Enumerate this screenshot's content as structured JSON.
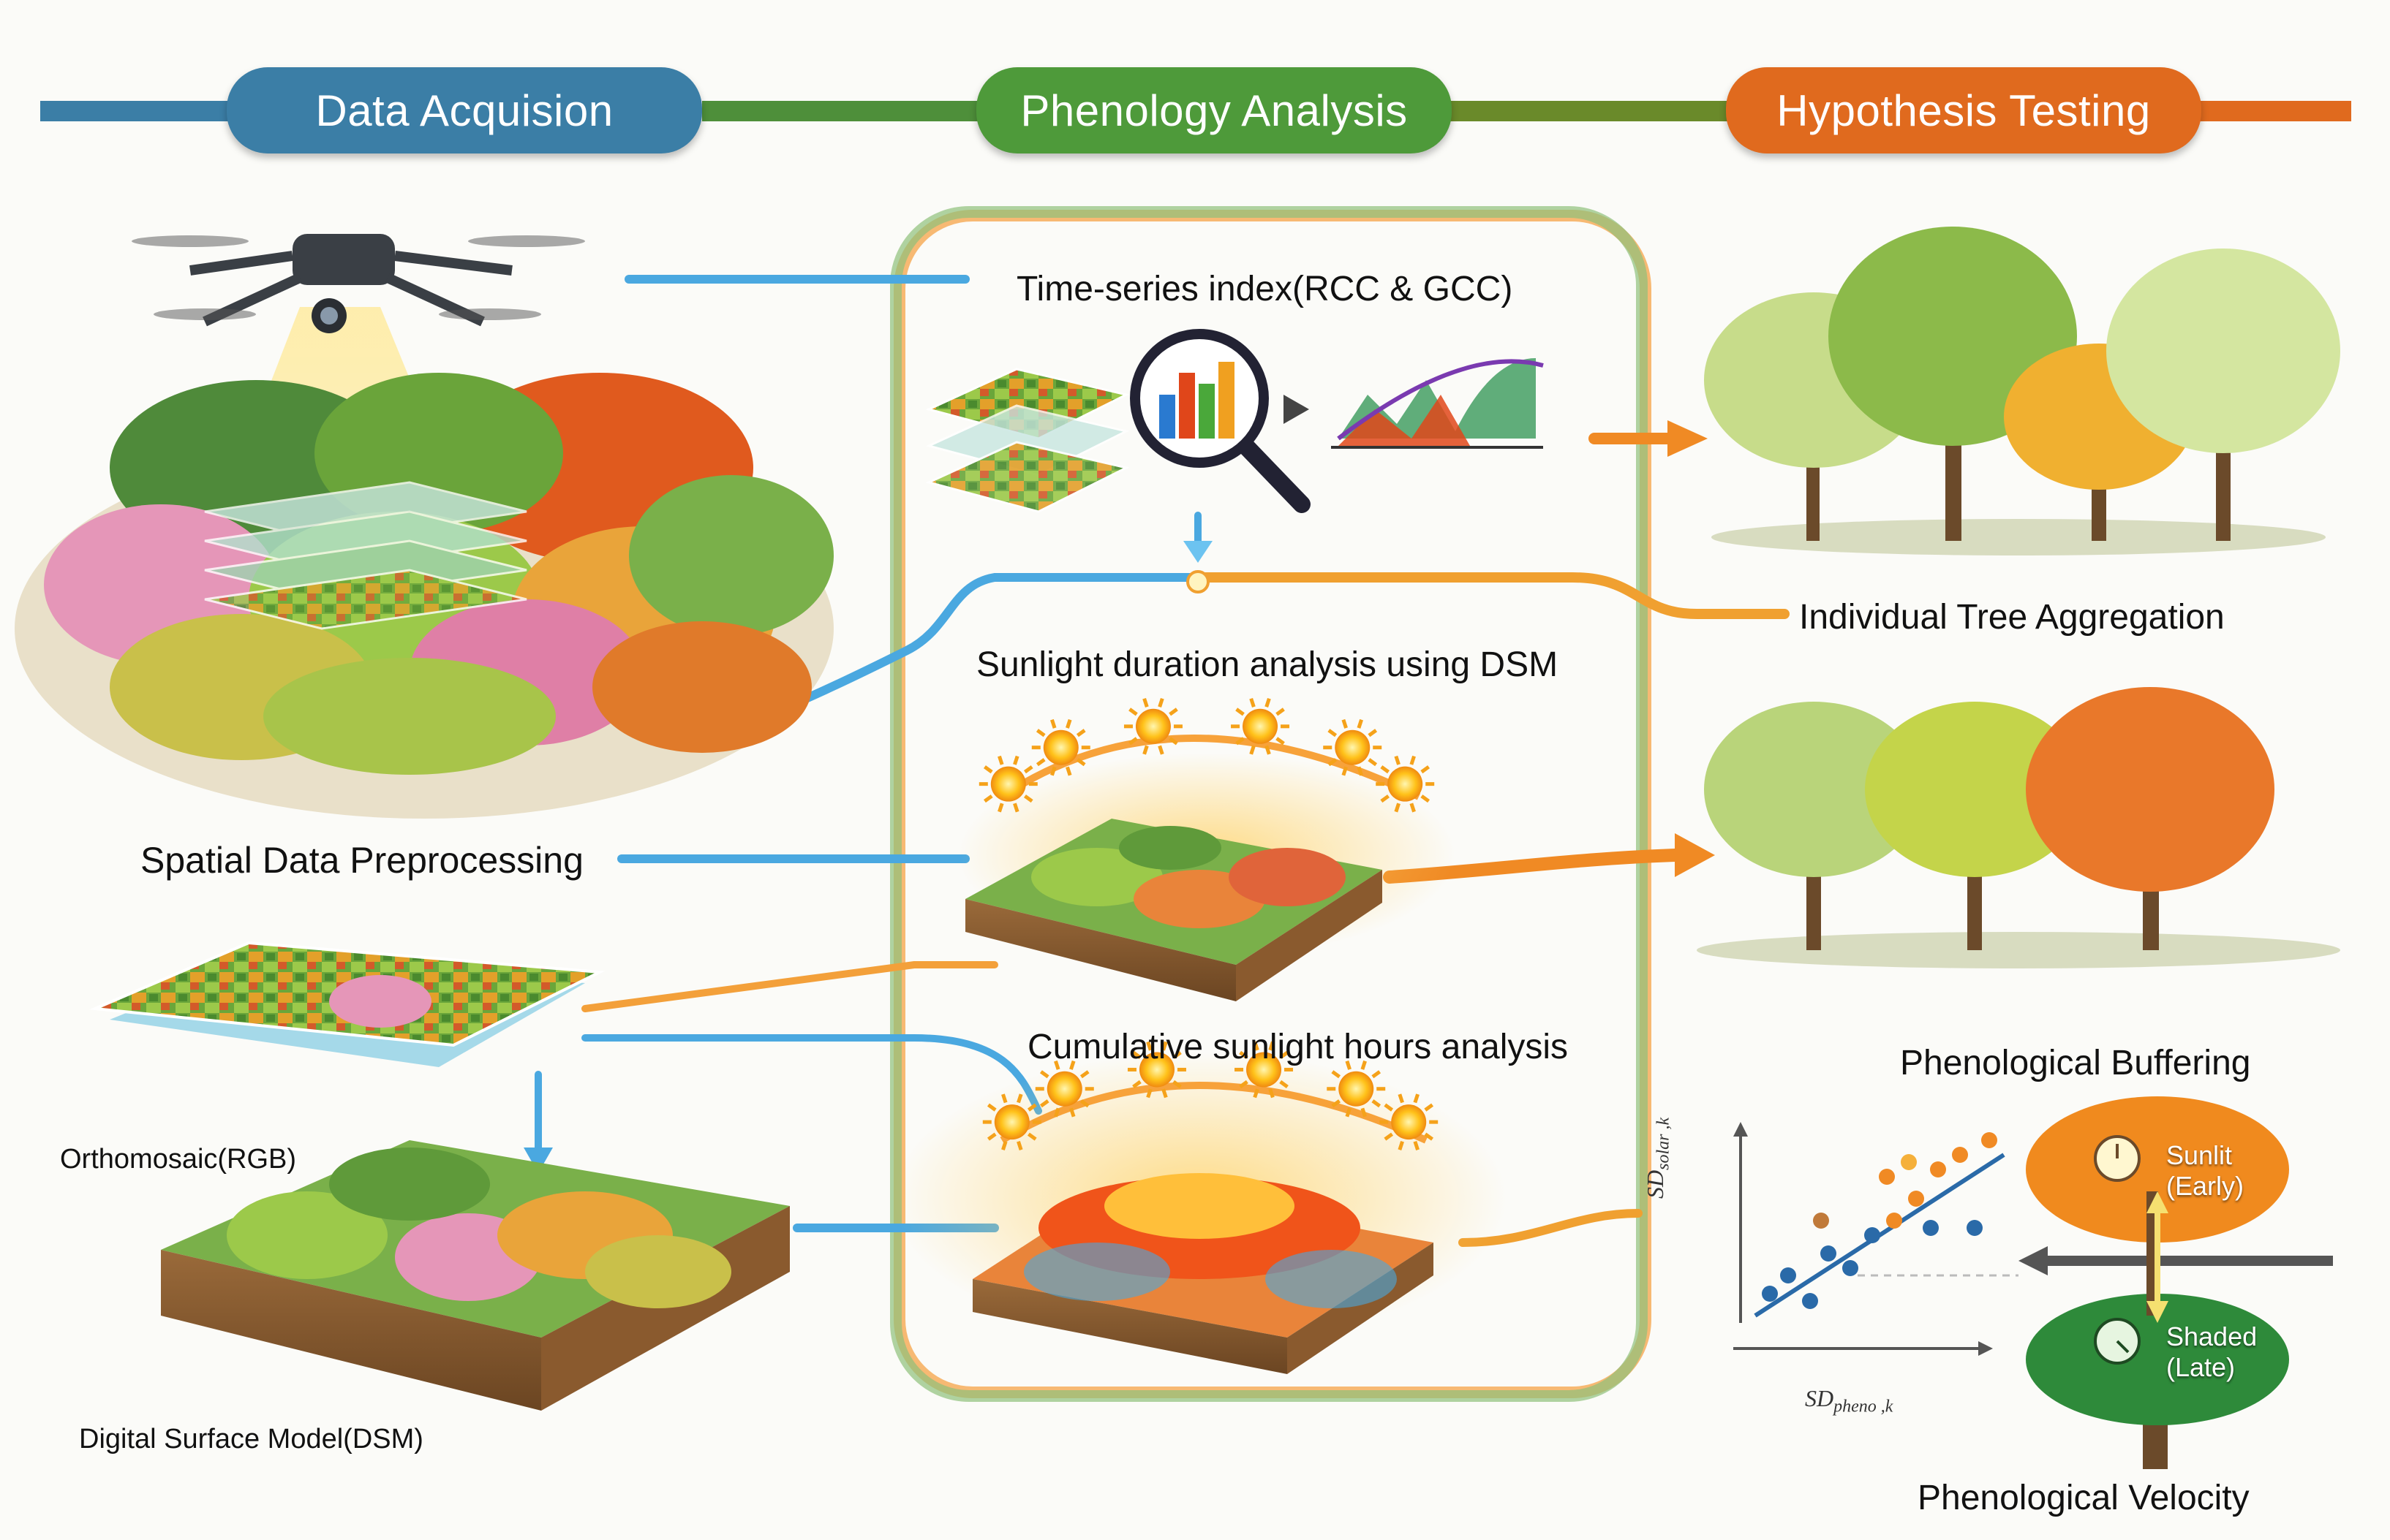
{
  "header": {
    "stages": [
      {
        "label": "Data Acquision",
        "color": "#3b7ea6"
      },
      {
        "label": "Phenology Analysis",
        "color": "#4e9a3a"
      },
      {
        "label": "Hypothesis Testing",
        "color": "#e06a1e"
      }
    ],
    "line_colors": {
      "left": "#3b7ea6",
      "mid": "#5b8f3a",
      "right": "#e06a1e"
    }
  },
  "acquisition": {
    "drone_icon": "drone-icon",
    "forest_icon": "forest-canopy-icon",
    "preprocessing_label": "Spatial Data Preprocessing",
    "orthomosaic_label": "Orthomosaic(RGB)",
    "dsm_label": "Digital Surface Model(DSM)"
  },
  "analysis": {
    "time_series_label": "Time-series index(RCC & GCC)",
    "sunlight_duration_label": "Sunlight duration analysis using DSM",
    "cumulative_label": "Cumulative sunlight hours analysis",
    "magnifier_icon": "magnifier-bar-chart-icon",
    "curve_icon": "phenology-curve-icon",
    "sun_icon": "sun-icon"
  },
  "hypothesis": {
    "aggregation_label": "Individual Tree Aggregation",
    "buffering_label": "Phenological Buffering",
    "velocity_label": "Phenological Velocity",
    "x_axis_label": "SD",
    "x_axis_sub": "pheno ,k",
    "y_axis_label": "SD",
    "y_axis_sub": "solar ,k",
    "sunlit_label": "Sunlit",
    "sunlit_sub": "(Early)",
    "shaded_label": "Shaded",
    "shaded_sub": "(Late)"
  },
  "colors": {
    "blue_flow": "#4aa8e0",
    "orange_flow": "#f08a24",
    "green_frame": "#8fc07a",
    "orange_frame": "#f5a347"
  }
}
